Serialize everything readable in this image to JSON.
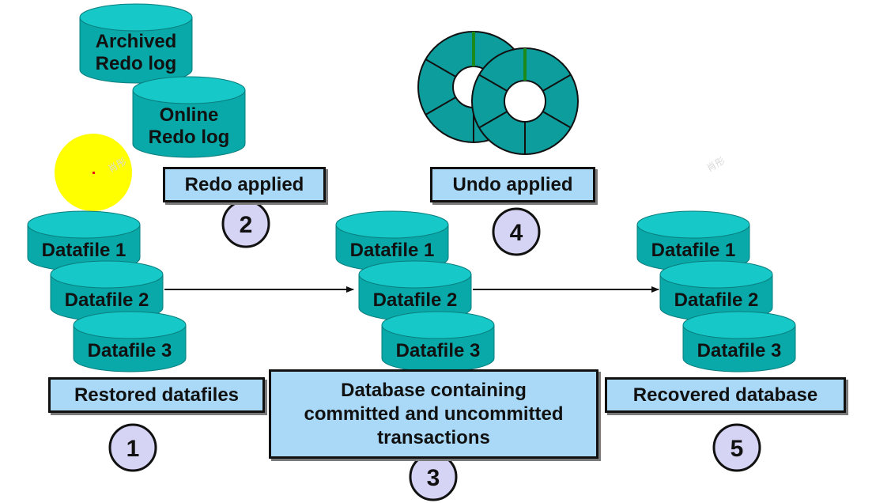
{
  "stores": {
    "archived_redo_log": [
      "Archived",
      "Redo log"
    ],
    "online_redo_log": [
      "Online",
      "Redo log"
    ]
  },
  "stacks": [
    {
      "datafiles": [
        "Datafile 1",
        "Datafile 2",
        "Datafile 3"
      ]
    },
    {
      "datafiles": [
        "Datafile 1",
        "Datafile 2",
        "Datafile 3"
      ]
    },
    {
      "datafiles": [
        "Datafile 1",
        "Datafile 2",
        "Datafile 3"
      ]
    }
  ],
  "labels": {
    "restored": "Restored datafiles",
    "redo_applied": "Redo applied",
    "database_line1": "Database containing",
    "database_committed": "committed",
    "database_and": " and ",
    "database_uncommitted": "uncommitted",
    "database_line3": "transactions",
    "undo_applied": "Undo applied",
    "recovered": "Recovered database"
  },
  "steps": [
    "1",
    "2",
    "3",
    "4",
    "5"
  ],
  "watermark": "肖彤",
  "colors": {
    "cylinder_body": "#09a9a9",
    "cylinder_top": "#16c8c8",
    "label_fill": "#a9d9f7",
    "step_fill": "#d6d4f4",
    "underline": "#e8141c",
    "cursor_highlight": "#ffff00",
    "undo_segment": "#0e9d9d"
  }
}
